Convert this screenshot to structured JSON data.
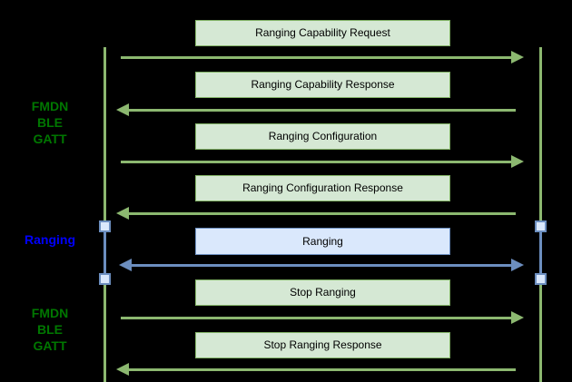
{
  "diagram": {
    "phases": [
      {
        "name": "fmdn-ble-gatt-top",
        "lines": [
          "FMDN",
          "BLE",
          "GATT"
        ]
      },
      {
        "name": "ranging",
        "label": "Ranging"
      },
      {
        "name": "fmdn-ble-gatt-bottom",
        "lines": [
          "FMDN",
          "BLE",
          "GATT"
        ]
      }
    ],
    "messages": [
      {
        "label": "Ranging Capability Request",
        "direction": "left-to-right",
        "style": "green"
      },
      {
        "label": "Ranging Capability Response",
        "direction": "right-to-left",
        "style": "green"
      },
      {
        "label": "Ranging Configuration",
        "direction": "left-to-right",
        "style": "green"
      },
      {
        "label": "Ranging Configuration Response",
        "direction": "right-to-left",
        "style": "green"
      },
      {
        "label": "Ranging",
        "direction": "bidirectional",
        "style": "blue"
      },
      {
        "label": "Stop Ranging",
        "direction": "left-to-right",
        "style": "green"
      },
      {
        "label": "Stop Ranging Response",
        "direction": "right-to-left",
        "style": "green"
      }
    ],
    "colors": {
      "background": "#000000",
      "green_box_fill": "#d5e8d4",
      "green_box_border": "#82b366",
      "green_line": "#8cb870",
      "green_label_text": "#007700",
      "blue_box_fill": "#dae8fc",
      "blue_box_border": "#6c8ebf",
      "blue_line": "#6c8ebf",
      "blue_label_text": "#0000ff",
      "message_text": "#000000"
    }
  }
}
